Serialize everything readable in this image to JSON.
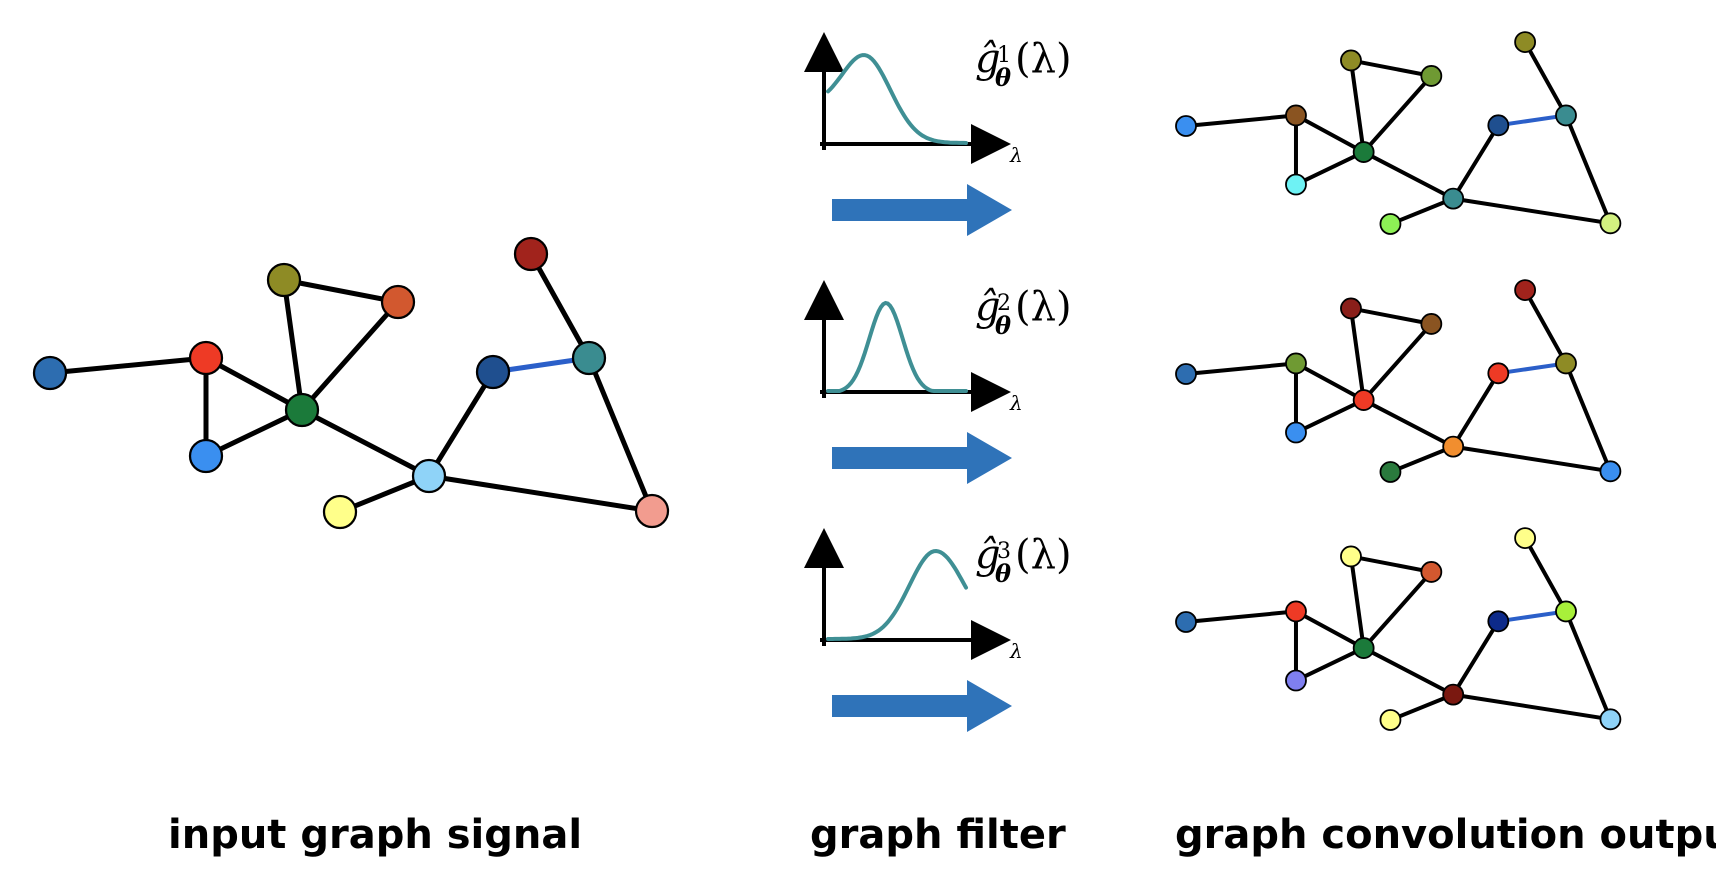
{
  "captions": {
    "input": "input graph signal",
    "filter": "graph filter",
    "output": "graph convolution output"
  },
  "filters": [
    {
      "label": {
        "hat_g": "ĝ",
        "sup": "1",
        "sub": "θ",
        "arg": "(λ)"
      },
      "axis_label": "λ",
      "curve": "low-pass"
    },
    {
      "label": {
        "hat_g": "ĝ",
        "sup": "2",
        "sub": "θ",
        "arg": "(λ)"
      },
      "axis_label": "λ",
      "curve": "band-pass"
    },
    {
      "label": {
        "hat_g": "ĝ",
        "sup": "3",
        "sub": "θ",
        "arg": "(λ)"
      },
      "axis_label": "λ",
      "curve": "high-pass"
    }
  ],
  "colors": {
    "edge": "#000000",
    "highlight_edge": "#2b5fc9",
    "filter_curve": "#3f8f94",
    "arrow": "#2f73b9"
  },
  "graph": {
    "node_colors_input": [
      "#2d6db0",
      "#ee3a25",
      "#8e8b25",
      "#d2582f",
      "#1b7a3a",
      "#3a8ff0",
      "#ffff8a",
      "#8fd3f8",
      "#1f4f8f",
      "#3a8c90",
      "#a1231c",
      "#f29c8f"
    ],
    "node_colors_output": [
      [
        "#3a8ff0",
        "#8a5421",
        "#8e8b25",
        "#6f9a33",
        "#1b7a3a",
        "#6ef2f4",
        "#8df055",
        "#3a8c90",
        "#1f4f8f",
        "#3a8c90",
        "#8e8b25",
        "#d2f080"
      ],
      [
        "#2d6db0",
        "#6f9a33",
        "#8a1f1a",
        "#8a5421",
        "#ee3a25",
        "#3a8ff0",
        "#2a7a3d",
        "#f18e2f",
        "#ee3a25",
        "#8e8b25",
        "#a1231c",
        "#3a8ff0"
      ],
      [
        "#2d6db0",
        "#ee3a25",
        "#ffff8a",
        "#d2582f",
        "#1b7a3a",
        "#7f7ff0",
        "#ffff8a",
        "#7a1810",
        "#0d2a8a",
        "#a8f03a",
        "#ffff8a",
        "#8fd3f8"
      ]
    ]
  }
}
